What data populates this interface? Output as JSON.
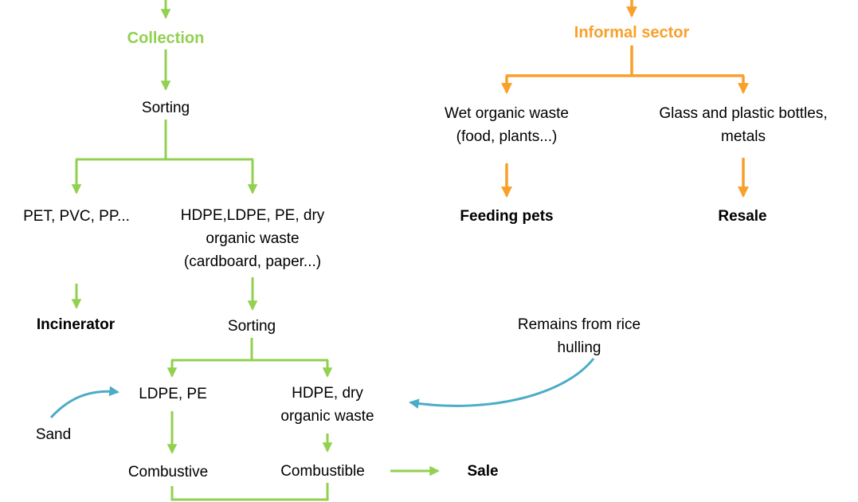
{
  "colors": {
    "green": "#92D050",
    "orange": "#F9A02B",
    "blue": "#4BACC6"
  },
  "formal_flow": {
    "collection": "Collection",
    "sorting_1": "Sorting",
    "pet_pvc_pp": "PET, PVC, PP...",
    "hdpe_ldpe": [
      "HDPE,LDPE, PE, dry",
      "organic waste",
      "(cardboard, paper...)"
    ],
    "incinerator": "Incinerator",
    "sorting_2": "Sorting",
    "ldpe_pe": "LDPE, PE",
    "hdpe_dry": [
      "HDPE, dry",
      "organic waste"
    ],
    "combustive": "Combustive",
    "combustible": "Combustible",
    "sale": "Sale",
    "sand": "Sand",
    "remains_rice": [
      "Remains from rice",
      "hulling"
    ]
  },
  "informal_flow": {
    "informal_sector": "Informal sector",
    "wet_organic_waste": [
      "Wet organic waste",
      "(food, plants...)"
    ],
    "glass_bottles": [
      "Glass and plastic bottles,",
      "metals"
    ],
    "feeding_pets": "Feeding pets",
    "resale": "Resale"
  }
}
